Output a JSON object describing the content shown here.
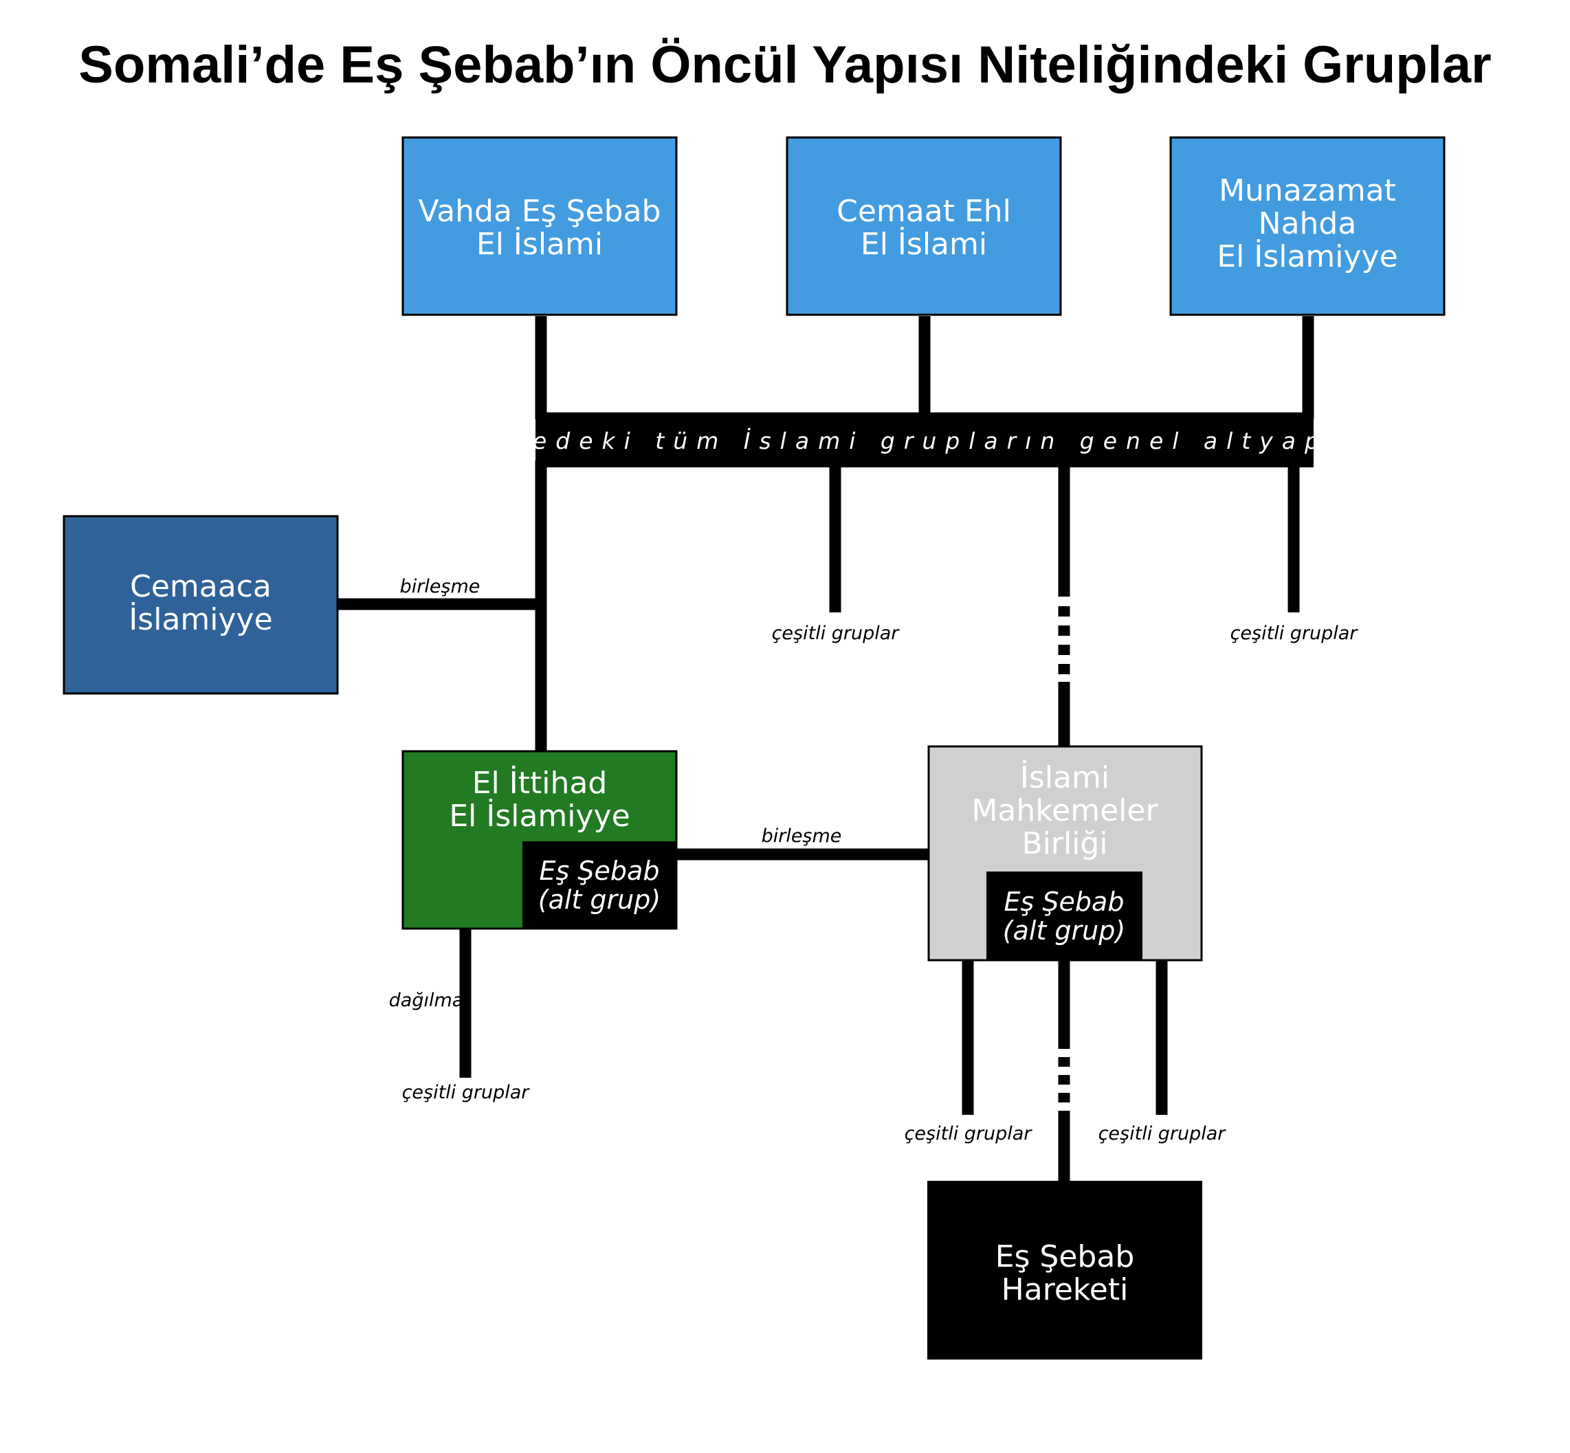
{
  "title": "Somali’de Eş Şebab’ın Öncül Yapısı Niteliğindeki Gruplar",
  "colors": {
    "light_blue": "#439ce0",
    "dark_blue": "#2e6299",
    "green": "#227a22",
    "gray": "#d0d0d0",
    "black": "#000000",
    "white": "#ffffff"
  },
  "nodes": {
    "vahda": {
      "lines": [
        "Vahda Eş Şebab",
        "El İslami"
      ]
    },
    "cemaat": {
      "lines": [
        "Cemaat Ehl",
        "El İslami"
      ]
    },
    "munazamat": {
      "lines": [
        "Munazamat",
        "Nahda",
        "El İslamiyye"
      ]
    },
    "cemaaca": {
      "lines": [
        "Cemaaca",
        "İslamiyye"
      ]
    },
    "ittihad": {
      "lines": [
        "El İttihad",
        "El İslamiyye"
      ],
      "sub": [
        "Eş Şebab",
        "(alt grup)"
      ]
    },
    "mahkemeler": {
      "lines": [
        "İslami",
        "Mahkemeler",
        "Birliği"
      ],
      "sub": [
        "Eş Şebab",
        "(alt grup)"
      ]
    },
    "hareket": {
      "lines": [
        "Eş Şebab",
        "Hareketi"
      ]
    }
  },
  "band": "Ülkedeki tüm İslami grupların genel altyapısı",
  "labels": {
    "birlesme_1": "birleşme",
    "birlesme_2": "birleşme",
    "dagilma": "dağılma",
    "cesitli_1": "çeşitli gruplar",
    "cesitli_2": "çeşitli gruplar",
    "cesitli_3": "çeşitli gruplar",
    "cesitli_4": "çeşitli gruplar",
    "cesitli_5": "çeşitli gruplar"
  }
}
